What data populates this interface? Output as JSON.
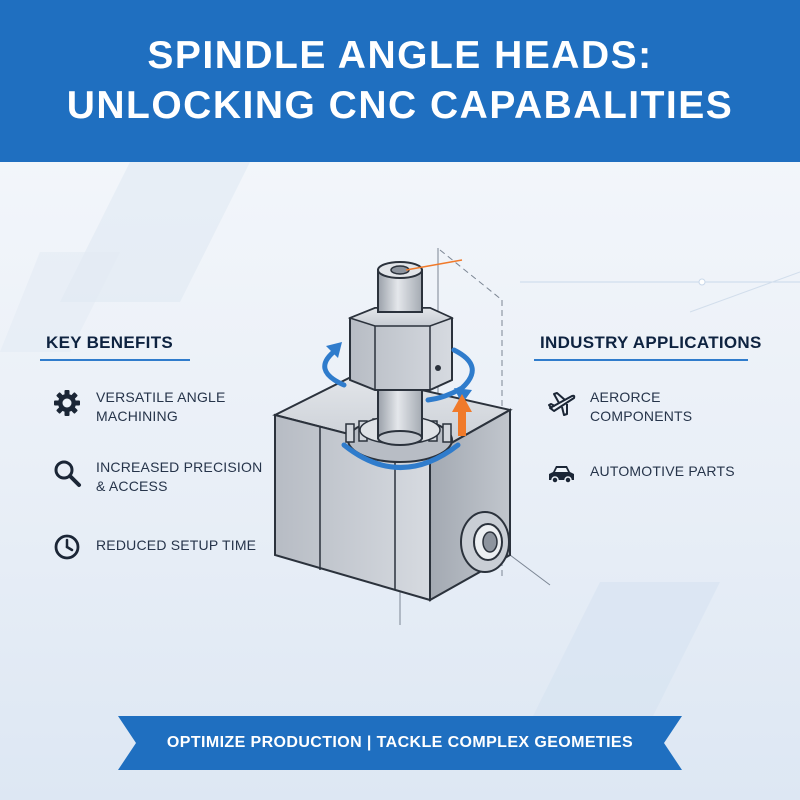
{
  "title": {
    "line1": "SPINDLE ANGLE HEADS:",
    "line2": "UNLOCKING CNC CAPABALITIES"
  },
  "key_benefits": {
    "heading": "KEY BENEFITS",
    "items": [
      {
        "icon": "gear-icon",
        "lines": [
          "VERSATILE ANGLE",
          "MACHINING"
        ]
      },
      {
        "icon": "magnifier-icon",
        "lines": [
          "INCREASED PRECISION",
          "& ACCESS"
        ]
      },
      {
        "icon": "clock-icon",
        "lines": [
          "REDUCED SETUP TIME"
        ]
      }
    ]
  },
  "industry_applications": {
    "heading": "INDUSTRY APPLICATIONS",
    "items": [
      {
        "icon": "airplane-icon",
        "lines": [
          "AERORCE",
          "COMPONENTS"
        ]
      },
      {
        "icon": "car-icon",
        "lines": [
          "AUTOMOTIVE PARTS"
        ]
      }
    ]
  },
  "banner": {
    "text": "OPTIMIZE PRODUCTION | TACKLE COMPLEX GEOMETIES"
  },
  "colors": {
    "header": "#1f6fc0",
    "accent_blue": "#2f7ccc",
    "accent_orange": "#f07a2a",
    "text_dark": "#0e2340"
  }
}
